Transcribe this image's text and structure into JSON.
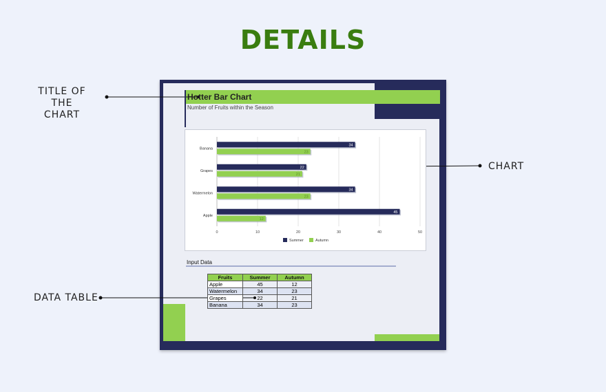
{
  "heading": "DETAILS",
  "callouts": {
    "title_line1": "TITLE OF",
    "title_line2": "THE CHART",
    "chart": "CHART",
    "data_table": "DATA TABLE"
  },
  "sheet": {
    "title": "Hotter Bar Chart",
    "subtitle": "Number of Fruits within the Season",
    "input_label": "Input Data"
  },
  "colors": {
    "heading": "#3a7d10",
    "navy": "#262b5b",
    "green": "#92d050"
  },
  "chart_data": {
    "type": "bar",
    "orientation": "horizontal",
    "categories": [
      "Banana",
      "Grapes",
      "Watermelon",
      "Apple"
    ],
    "series": [
      {
        "name": "Summer",
        "values": [
          34,
          22,
          34,
          45
        ],
        "color": "#262b5b"
      },
      {
        "name": "Autumn",
        "values": [
          23,
          21,
          23,
          12
        ],
        "color": "#92d050"
      }
    ],
    "xlim": [
      0,
      50
    ],
    "ticks": [
      "0",
      "10",
      "20",
      "30",
      "40",
      "50"
    ],
    "grid": true,
    "legend": "bottom"
  },
  "table": {
    "headers": [
      "Fruits",
      "Summer",
      "Autumn"
    ],
    "rows": [
      [
        "Apple",
        "45",
        "12"
      ],
      [
        "Watermelon",
        "34",
        "23"
      ],
      [
        "Grapes",
        "22",
        "21"
      ],
      [
        "Banana",
        "34",
        "23"
      ]
    ]
  }
}
